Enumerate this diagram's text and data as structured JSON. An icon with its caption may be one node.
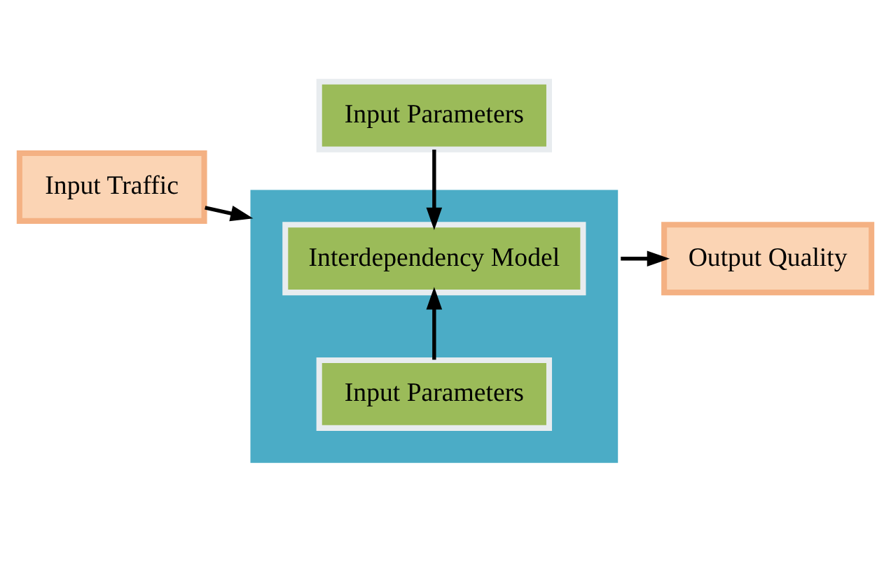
{
  "diagram": {
    "nodes": [
      {
        "text": [
          "Input Traffic"
        ]
      },
      {
        "text": [],
        "shape": "box"
      },
      {
        "text": [
          "Input Parameters"
        ]
      },
      {
        "text": [
          "Interdependency Model"
        ],
        "in": 1
      },
      {
        "text": [
          "Input Parameters"
        ],
        "in": 1
      },
      {
        "text": [
          "Output Quality"
        ]
      }
    ],
    "edges": [
      {
        "from": 0,
        "to": 1,
        "arrow": "to"
      },
      {
        "from": 2,
        "to": 3,
        "arrow": "to"
      },
      {
        "from": 4,
        "to": 3,
        "arrow": "to"
      },
      {
        "from": 1,
        "to": 5,
        "arrow": "to"
      }
    ]
  }
}
